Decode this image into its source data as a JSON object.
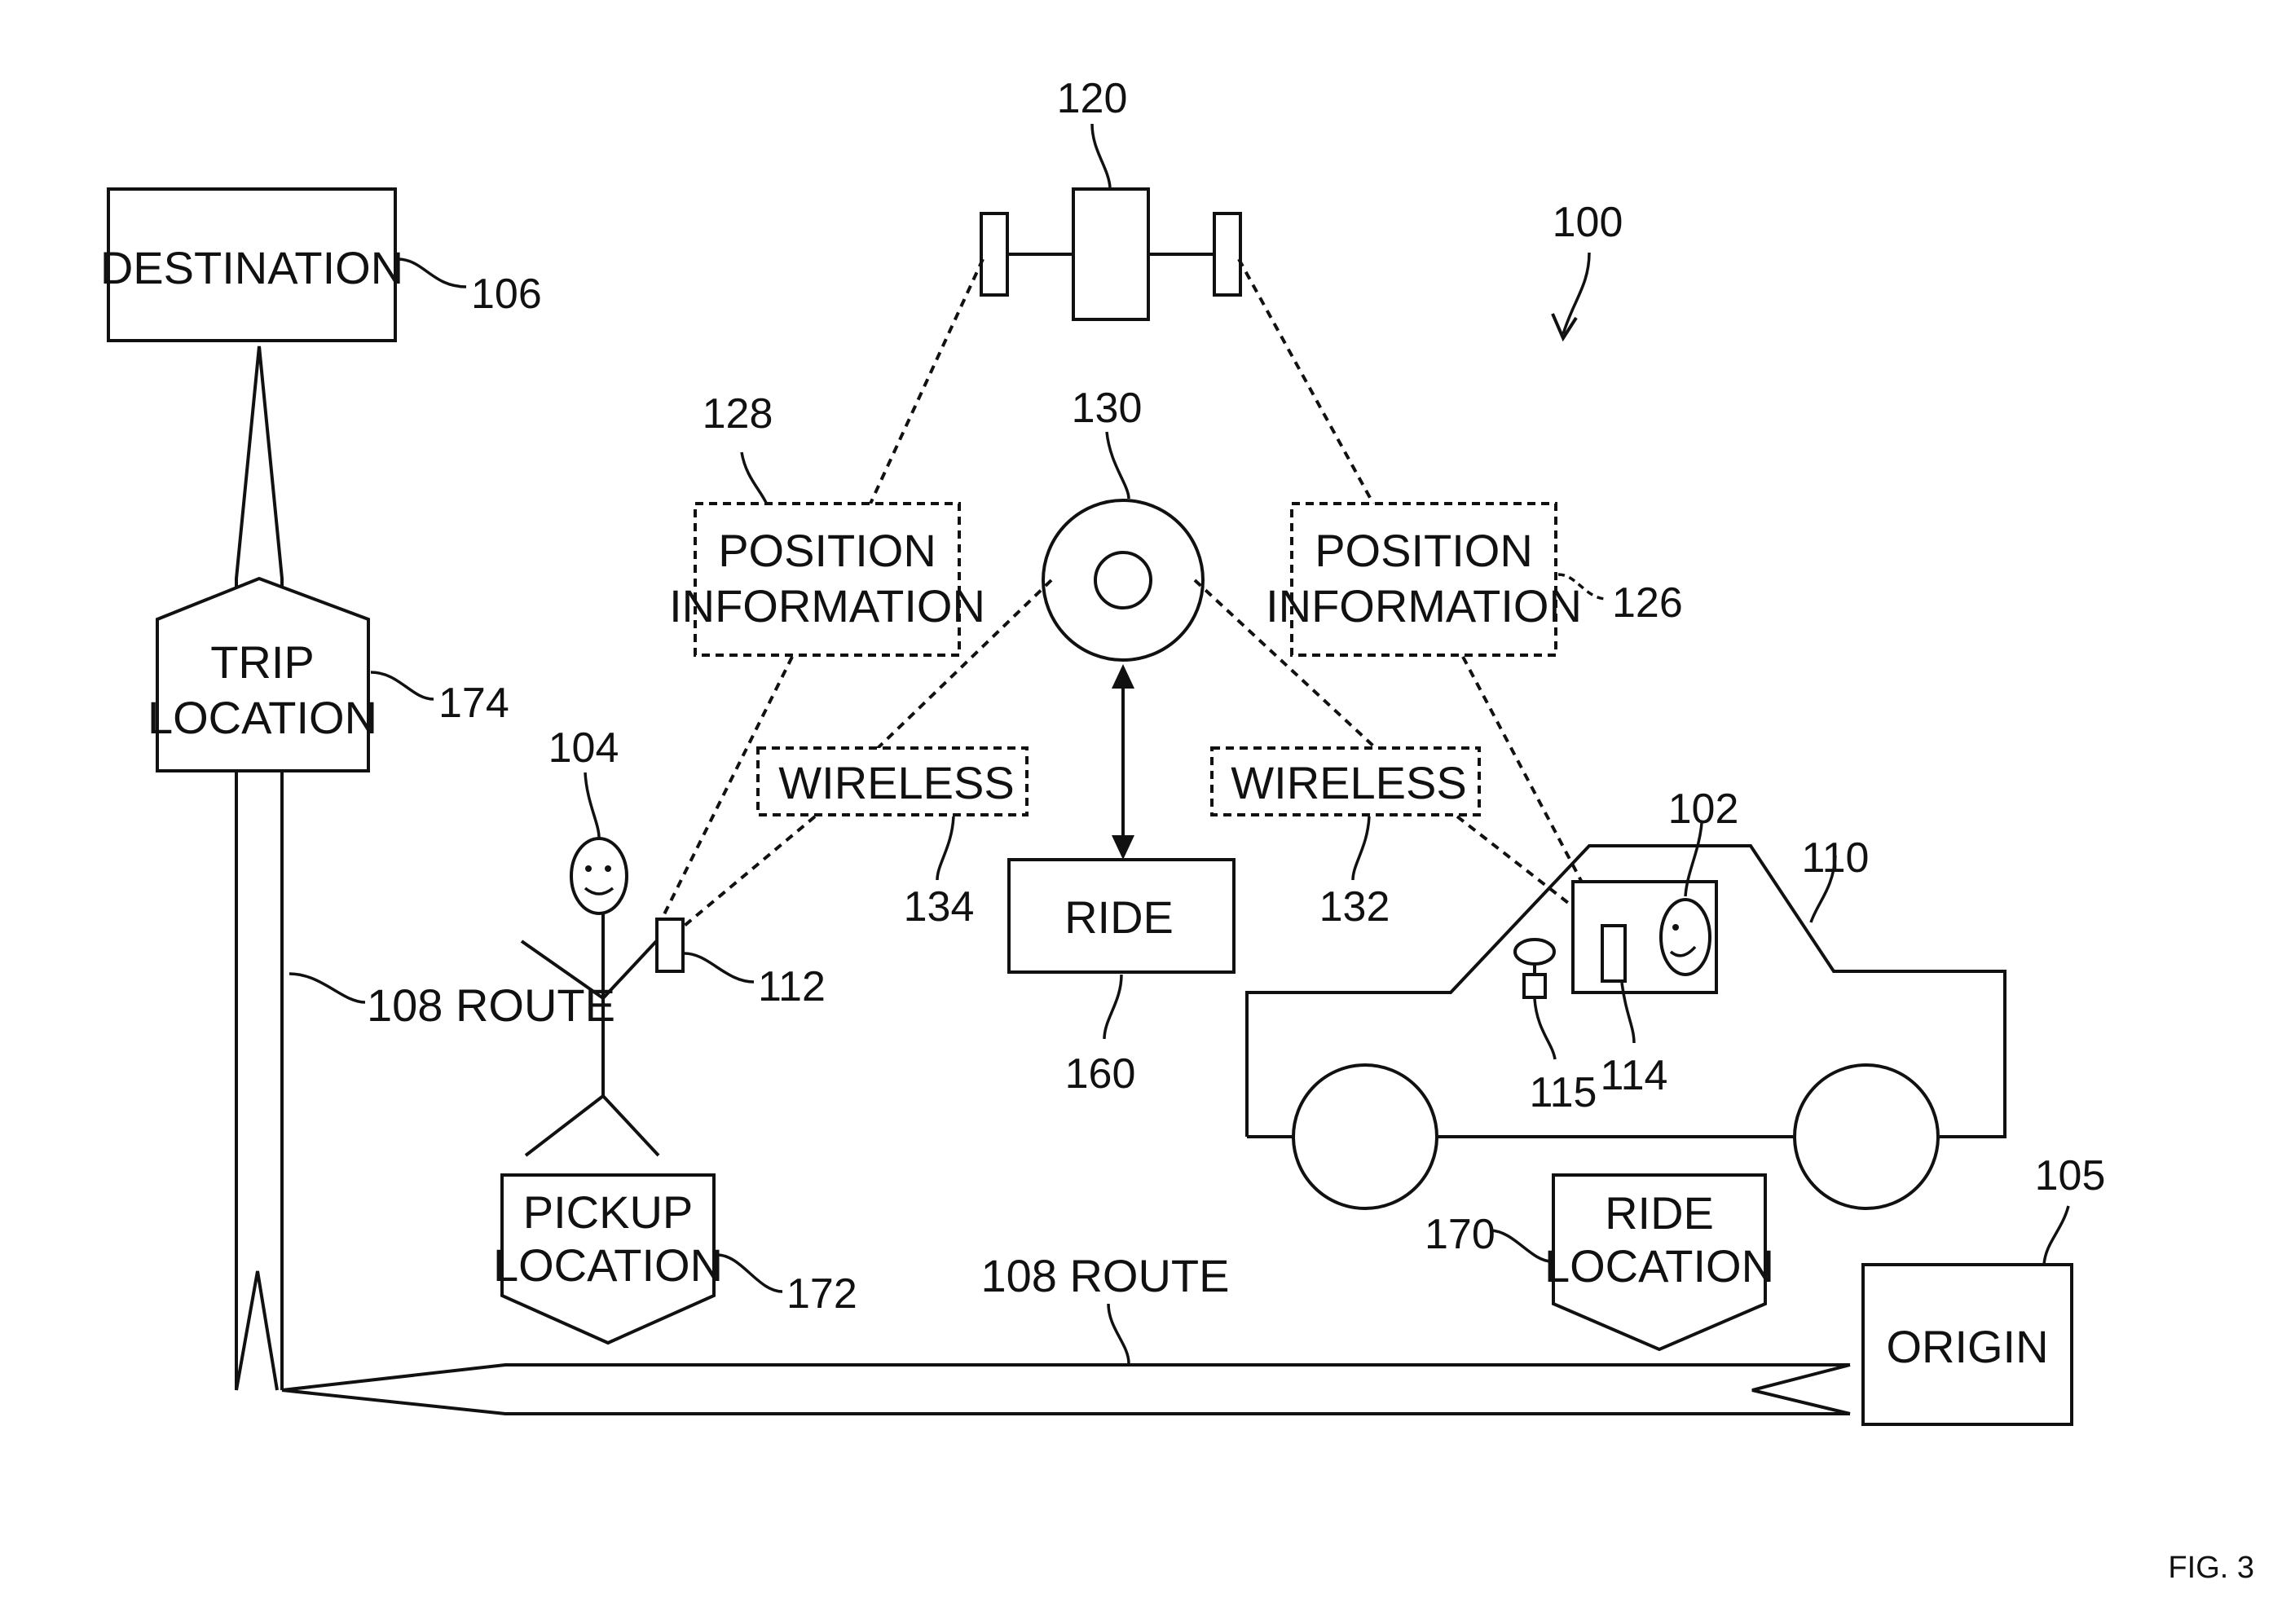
{
  "labels": {
    "destination": "DESTINATION",
    "trip_location_1": "TRIP",
    "trip_location_2": "LOCATION",
    "pickup_location_1": "PICKUP",
    "pickup_location_2": "LOCATION",
    "route_vertical": "108 ROUTE",
    "route_horizontal": "108 ROUTE",
    "position_info_left_1": "POSITION",
    "position_info_left_2": "INFORMATION",
    "position_info_right_1": "POSITION",
    "position_info_right_2": "INFORMATION",
    "wireless_left": "WIRELESS",
    "wireless_right": "WIRELESS",
    "ride": "RIDE",
    "ride_location_1": "RIDE",
    "ride_location_2": "LOCATION",
    "origin": "ORIGIN"
  },
  "refs": {
    "r100": "100",
    "r102": "102",
    "r104": "104",
    "r105": "105",
    "r106": "106",
    "r110": "110",
    "r112": "112",
    "r114": "114",
    "r115": "115",
    "r120": "120",
    "r126": "126",
    "r128": "128",
    "r130": "130",
    "r132": "132",
    "r134": "134",
    "r160": "160",
    "r170": "170",
    "r172": "172",
    "r174": "174"
  },
  "figure_label": "FIG. 3"
}
